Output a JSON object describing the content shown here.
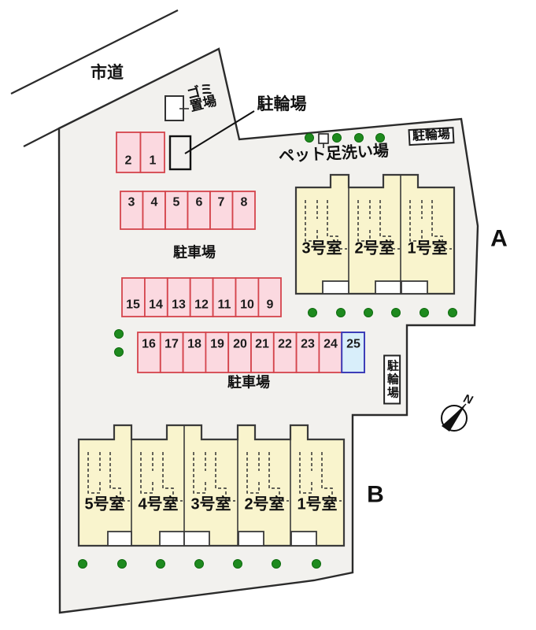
{
  "road": {
    "label": "市道"
  },
  "annotations": {
    "bicycle_annotation": "駐輪場",
    "garbage_line1": "ゴミ",
    "garbage_line2": "置場",
    "pet_wash": "ペット足洗い場",
    "bicycle_box_top": "駐輪場",
    "bicycle_box_side": "駐輪場"
  },
  "parking": {
    "lot_label_upper": "駐車場",
    "lot_label_lower": "駐車場",
    "row_top": [
      "2",
      "1"
    ],
    "row_upper": [
      "3",
      "4",
      "5",
      "6",
      "7",
      "8"
    ],
    "row_middle": [
      "15",
      "14",
      "13",
      "12",
      "11",
      "10",
      "9"
    ],
    "row_lower": [
      "16",
      "17",
      "18",
      "19",
      "20",
      "21",
      "22",
      "23",
      "24",
      "25"
    ],
    "highlighted_space": "25",
    "total_spaces": "25"
  },
  "buildings": {
    "a": {
      "letter": "A",
      "units": [
        "3号室",
        "2号室",
        "1号室"
      ]
    },
    "b": {
      "letter": "B",
      "units": [
        "5号室",
        "4号室",
        "3号室",
        "2号室",
        "1号室"
      ]
    }
  },
  "compass": {
    "north": "N"
  },
  "colors": {
    "site_fill": "#f2f1ee",
    "line_color": "#2b2b2b",
    "parking_fill": "#fbd9e0",
    "parking_stroke": "#d4444c",
    "space25_fill": "#d8eefa",
    "space25_stroke": "#3d3db8",
    "building_fill": "#f9f4cd",
    "tree_color": "#1e8a1e",
    "text_color": "#111111"
  }
}
